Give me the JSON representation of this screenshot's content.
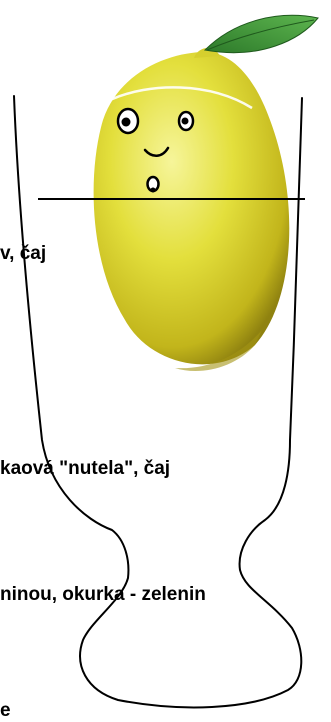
{
  "menu": {
    "lines": [
      "v, čaj",
      "kaová \"nutela\", čaj",
      "ninou, okurka - zelenin",
      "e"
    ]
  },
  "colors": {
    "background": "#ffffff",
    "text": "#000000",
    "lemon": "#e3df3c",
    "lemon_shadow": "#b5a814",
    "leaf": "#3f9a3a",
    "outline": "#000000"
  },
  "icons": [
    "lemon-illustration",
    "leaf-icon",
    "cup-outline",
    "water-line"
  ]
}
